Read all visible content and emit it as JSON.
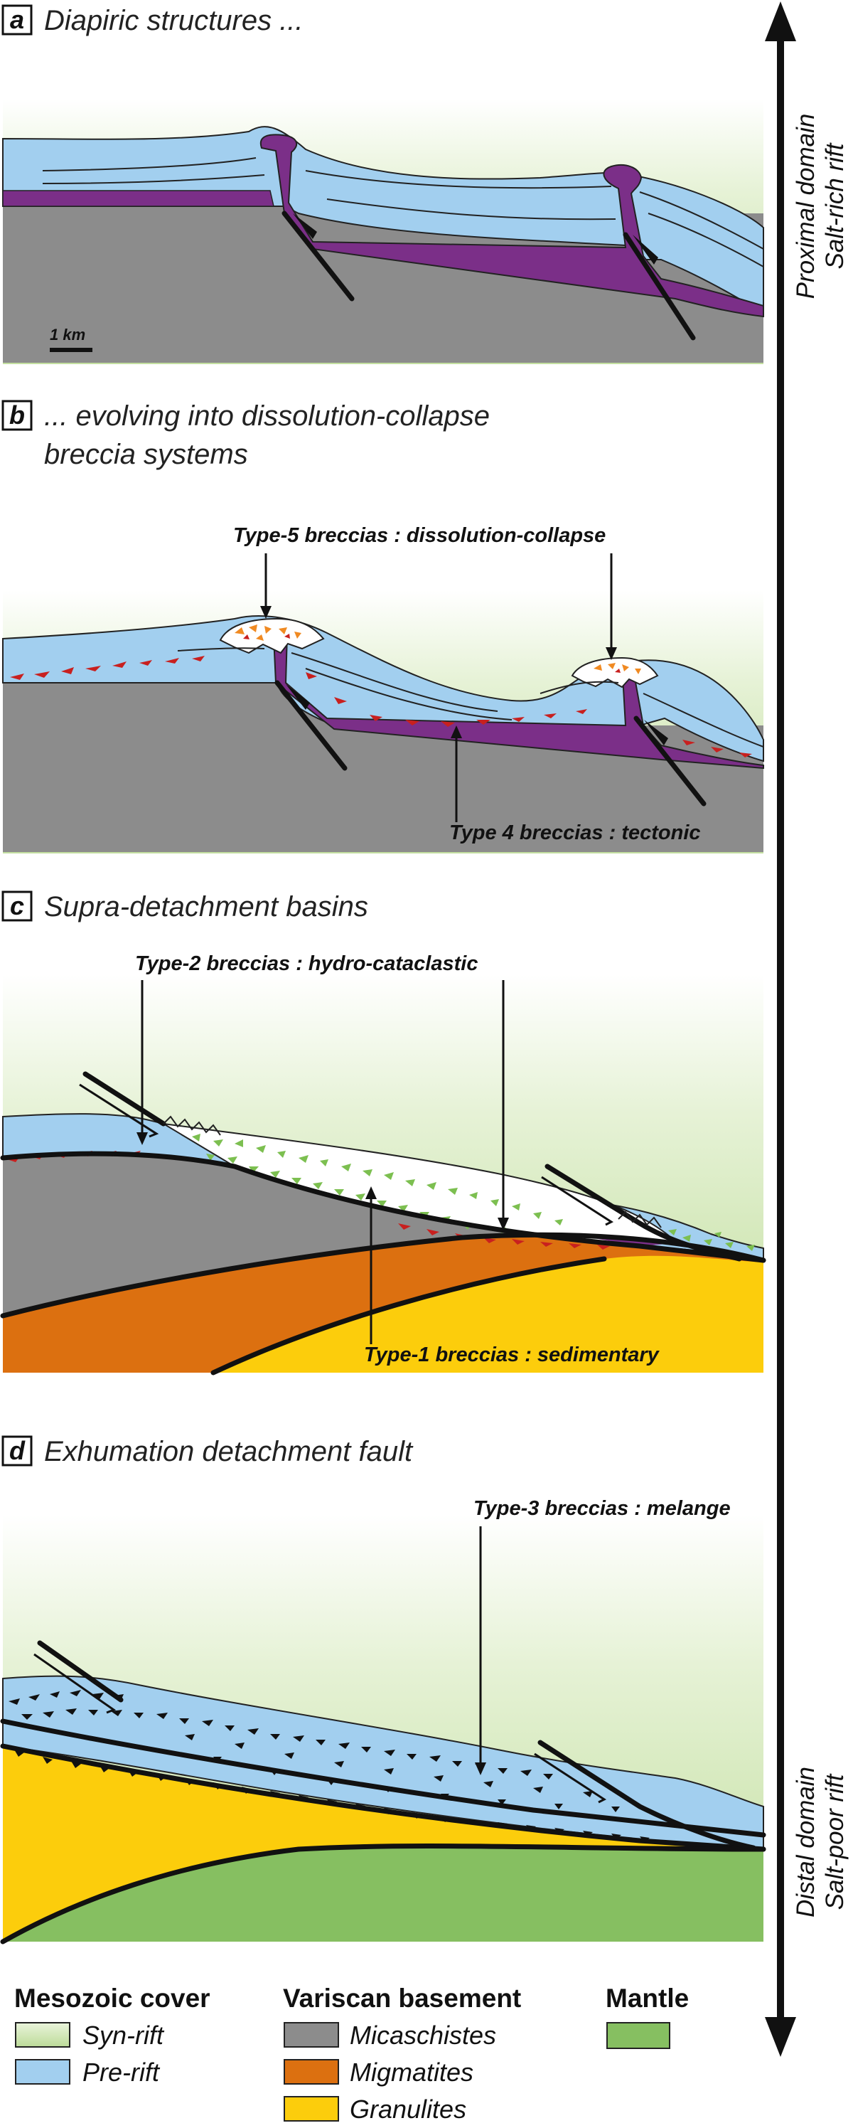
{
  "panels": [
    {
      "letter": "a",
      "title": "Diapiric structures ..."
    },
    {
      "letter": "b",
      "title": "... evolving into dissolution-collapse",
      "title_line2": "breccia systems"
    },
    {
      "letter": "c",
      "title": "Supra-detachment basins"
    },
    {
      "letter": "d",
      "title": "Exhumation detachment fault"
    }
  ],
  "scale_bar": "1 km",
  "annotations": {
    "type5": "Type-5 breccias : dissolution-collapse",
    "type4": "Type 4 breccias : tectonic",
    "type2": "Type-2 breccias : hydro-cataclastic",
    "type1": "Type-1 breccias : sedimentary",
    "type3": "Type-3 breccias : melange"
  },
  "side_axis": {
    "top_line1": "Proximal domain",
    "top_line2": "Salt-rich rift",
    "bottom_line1": "Distal domain",
    "bottom_line2": "Salt-poor rift"
  },
  "legend": {
    "mesozoic": {
      "heading": "Mesozoic cover",
      "items": [
        "Syn-rift",
        "Pre-rift"
      ]
    },
    "variscan": {
      "heading": "Variscan basement",
      "items": [
        "Micaschistes",
        "Migmatites",
        "Granulites"
      ]
    },
    "mantle": {
      "heading": "Mantle"
    }
  },
  "colors": {
    "syn_rift": "#c7e2a6",
    "pre_rift": "#a2cfef",
    "salt": "#7b2f88",
    "micaschistes": "#8c8c8c",
    "migmatites": "#dc7010",
    "granulites": "#fccd0c",
    "mantle": "#86bf61",
    "breccia_red": "#c8201f",
    "breccia_green": "#7cbf50",
    "breccia_orange": "#f08a22"
  }
}
